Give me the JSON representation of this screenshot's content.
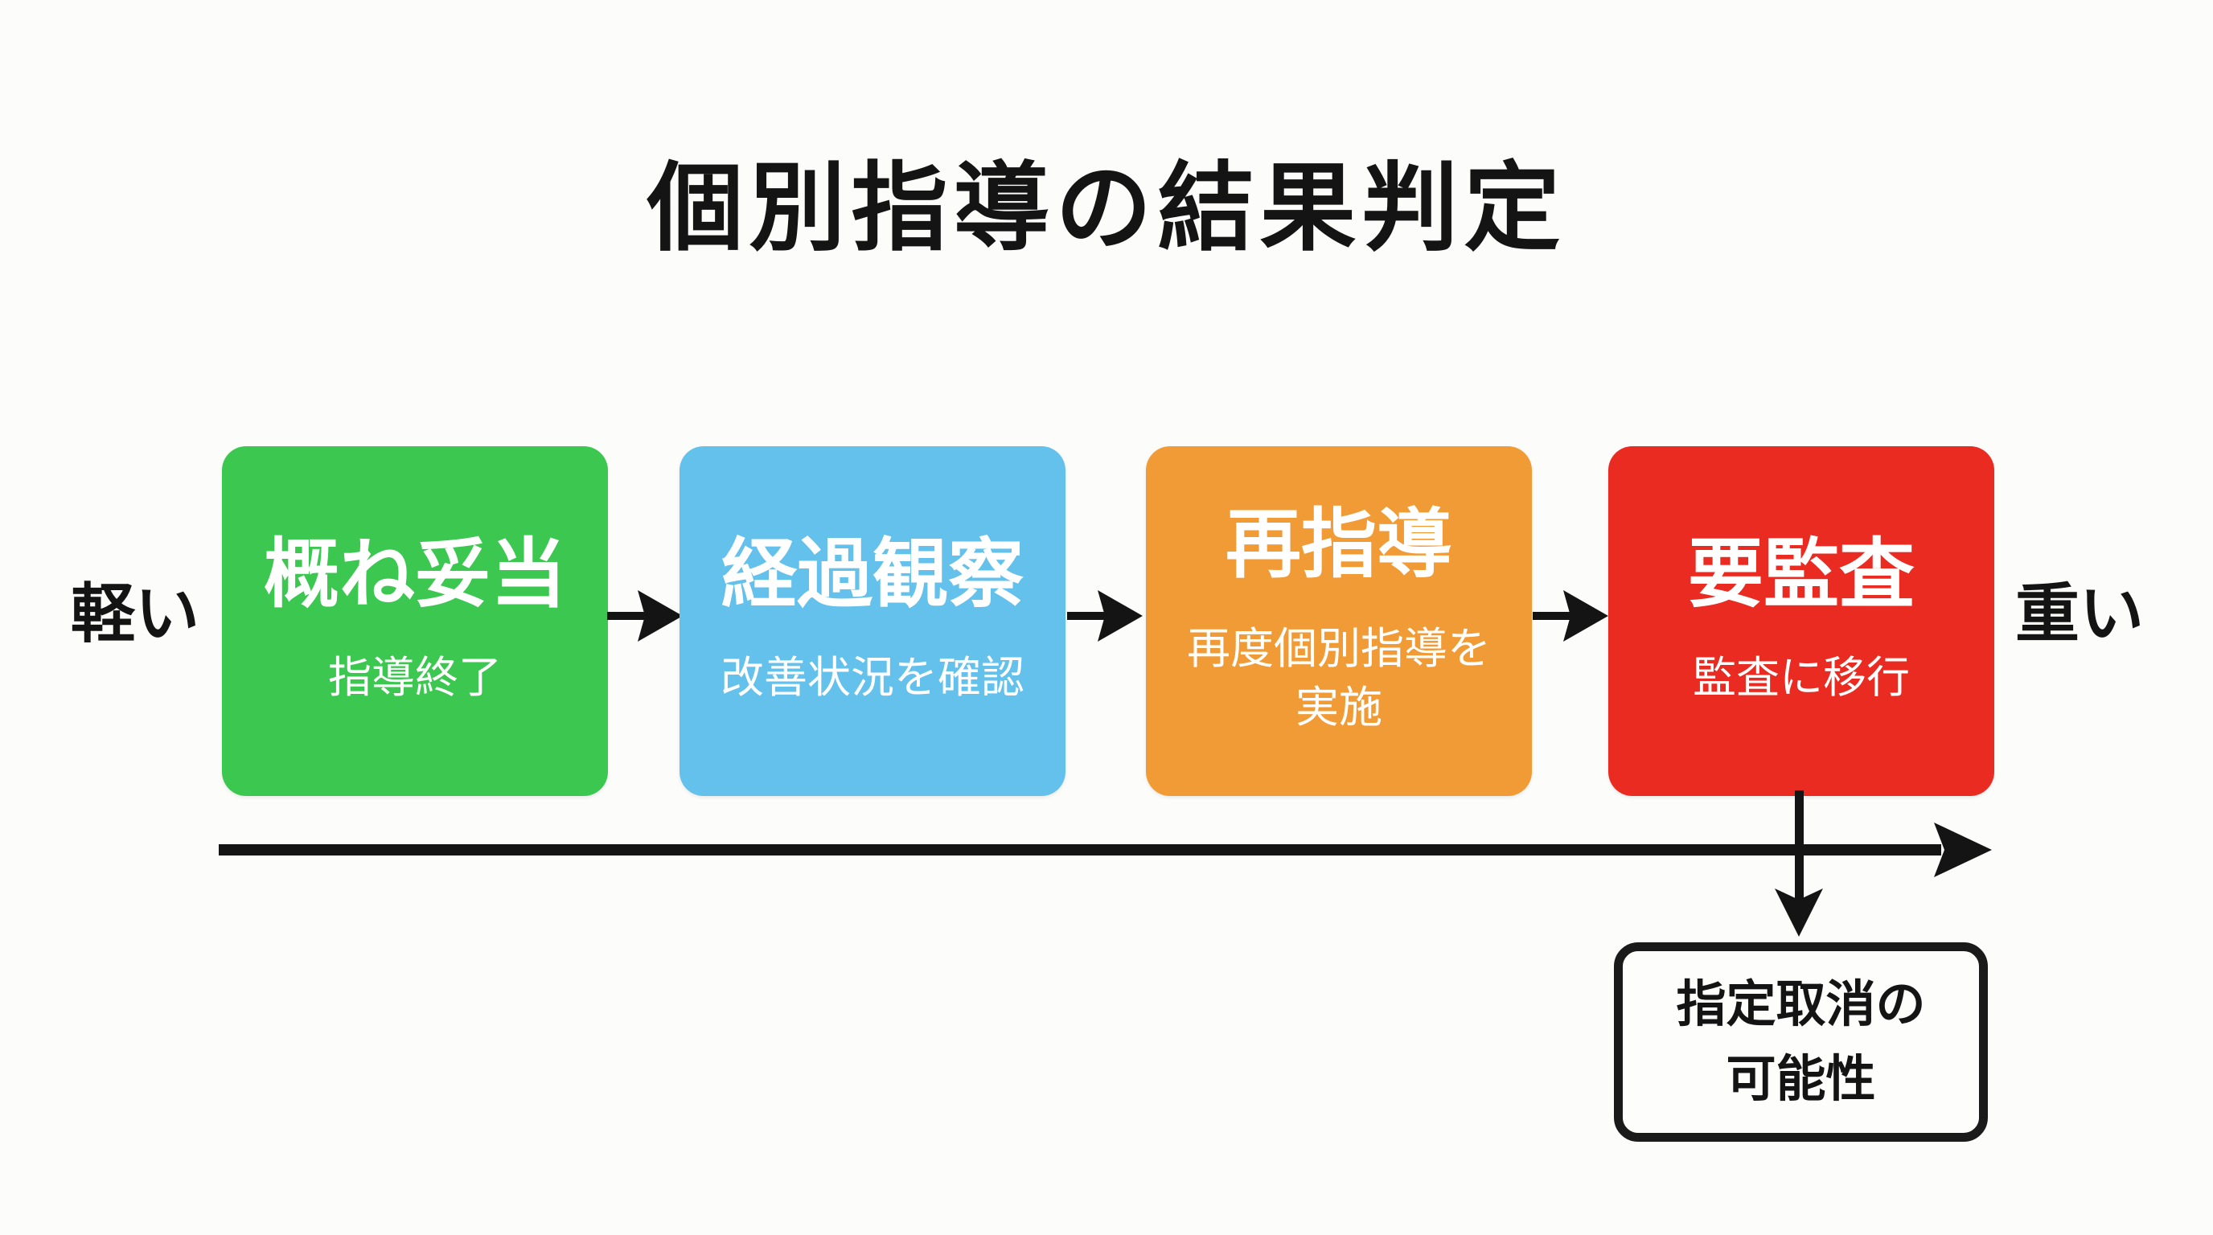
{
  "title": "個別指導の結果判定",
  "axis": {
    "left_label": "軽い",
    "right_label": "重い",
    "arrow_color": "#141414"
  },
  "steps": [
    {
      "label": "概ね妥当",
      "description": "指導終了",
      "color": "#3cc751"
    },
    {
      "label": "経過観察",
      "description": "改善状況を確認",
      "color": "#64c1ec"
    },
    {
      "label": "再指導",
      "description": "再度個別指導を実施",
      "color": "#f09b35"
    },
    {
      "label": "要監査",
      "description": "監査に移行",
      "color": "#ea2b21"
    }
  ],
  "outcome_box": {
    "lines": [
      "指定取消の",
      "可能性"
    ],
    "border_color": "#1a1a1a"
  }
}
